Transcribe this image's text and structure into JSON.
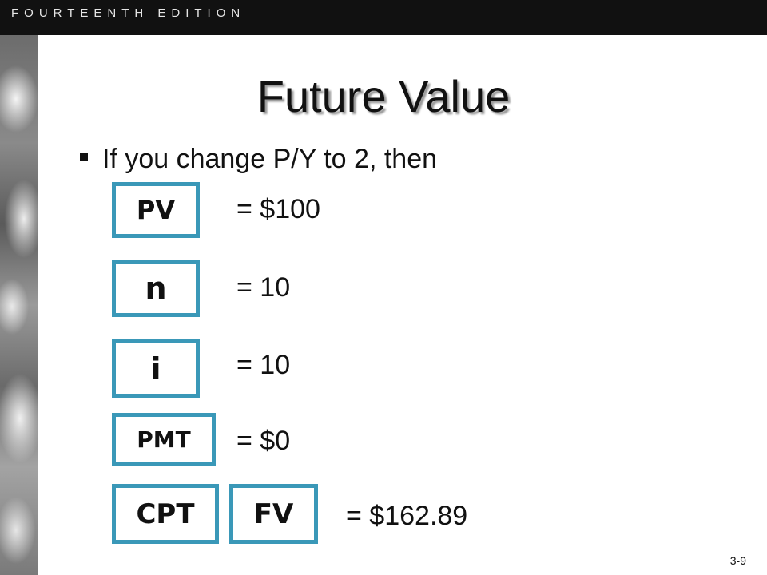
{
  "header": {
    "edition": "FOURTEENTH EDITION"
  },
  "slide": {
    "title": "Future Value",
    "bullet": "If you change P/Y to 2, then",
    "keys": {
      "pv": "PV",
      "n": "n",
      "i": "i",
      "pmt": "PMT",
      "cpt": "CPT",
      "fv": "FV"
    },
    "values": {
      "pv": "= $100",
      "n": "= 10",
      "i": "= 10",
      "pmt": "= $0",
      "fv": "= $162.89"
    },
    "page_number": "3-9"
  },
  "colors": {
    "key_border": "#3a98b8",
    "top_bar": "#111111"
  }
}
